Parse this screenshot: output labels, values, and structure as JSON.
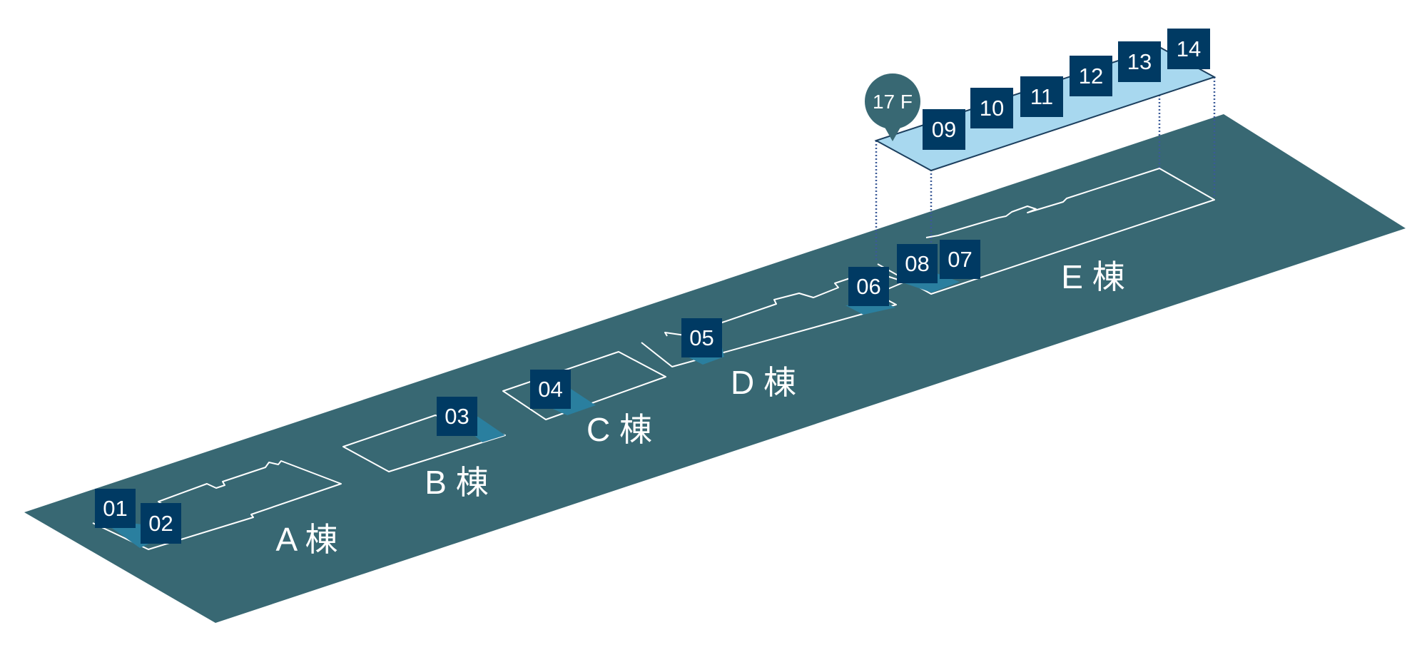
{
  "colors": {
    "site": "#386873",
    "marker": "#003a63",
    "marker_shadow": "#2a7f9f",
    "outline": "#ffffff",
    "floor_fill": "#a8d8ef",
    "floor_stroke": "#1c3f5e",
    "pin": "#386873",
    "guide": "#3b5a98"
  },
  "buildings": {
    "a": "A 棟",
    "b": "B 棟",
    "c": "C 棟",
    "d": "D 棟",
    "e": "E 棟"
  },
  "floor_pin": "17 F",
  "markers": [
    "01",
    "02",
    "03",
    "04",
    "05",
    "06",
    "07",
    "08",
    "09",
    "10",
    "11",
    "12",
    "13",
    "14"
  ]
}
